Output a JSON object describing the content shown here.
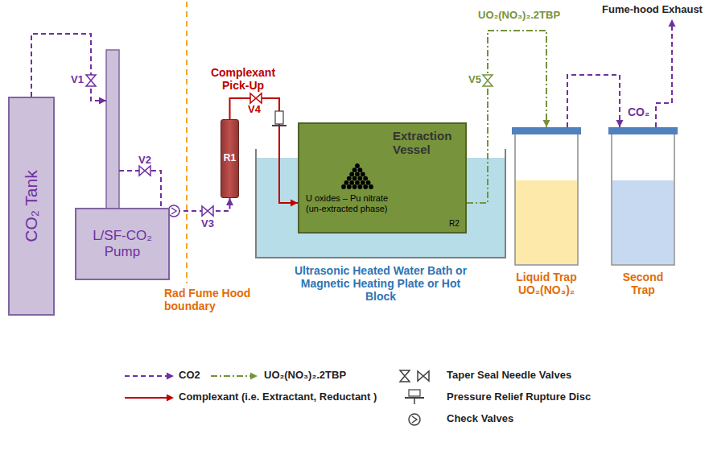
{
  "diagram": {
    "nodes": [
      {
        "text": [
          "CO₂ Tank"
        ]
      },
      {
        "text": [
          "L/SF-CO₂ Pump"
        ]
      },
      {
        "text": [
          "R1"
        ]
      },
      {
        "text": [
          "Ultrasonic Heated Water Bath or Magnetic Heating Plate or Hot Block"
        ]
      },
      {
        "text": [
          "Extraction Vessel",
          "U oxides – Pu nitrate (un-extracted phase)",
          "R2"
        ],
        "in": 3
      },
      {
        "text": [
          "Liquid Trap UO₂(NO₃)₂"
        ]
      },
      {
        "text": [
          "Second Trap"
        ]
      }
    ],
    "edges": [
      {
        "from": 0,
        "to": 1,
        "arrow": "to"
      },
      {
        "from": 1,
        "to": 2,
        "arrow": "to"
      },
      {
        "from": 2,
        "to": 4,
        "arrow": "to"
      },
      {
        "from": 4,
        "to": 5,
        "arrow": "to"
      },
      {
        "from": 5,
        "to": 6,
        "arrow": "to"
      }
    ],
    "labels": [
      "V1",
      "V2",
      "V3",
      "Complexant Pick-Up",
      "V4",
      "V5",
      "UO₂(NO₃)₂.2TBP",
      "Rad Fume Hood boundary",
      "Fume-hood Exhaust",
      "CO₂"
    ],
    "legend": [
      {
        "text": "CO2"
      },
      {
        "text": "UO₂(NO₃)₂.2TBP"
      },
      {
        "text": "Complexant (i.e. Extractant, Reductant )"
      },
      {
        "text": "Taper Seal Needle Valves"
      },
      {
        "text": "Pressure Relief Rupture Disc"
      },
      {
        "text": "Check Valves"
      }
    ]
  }
}
